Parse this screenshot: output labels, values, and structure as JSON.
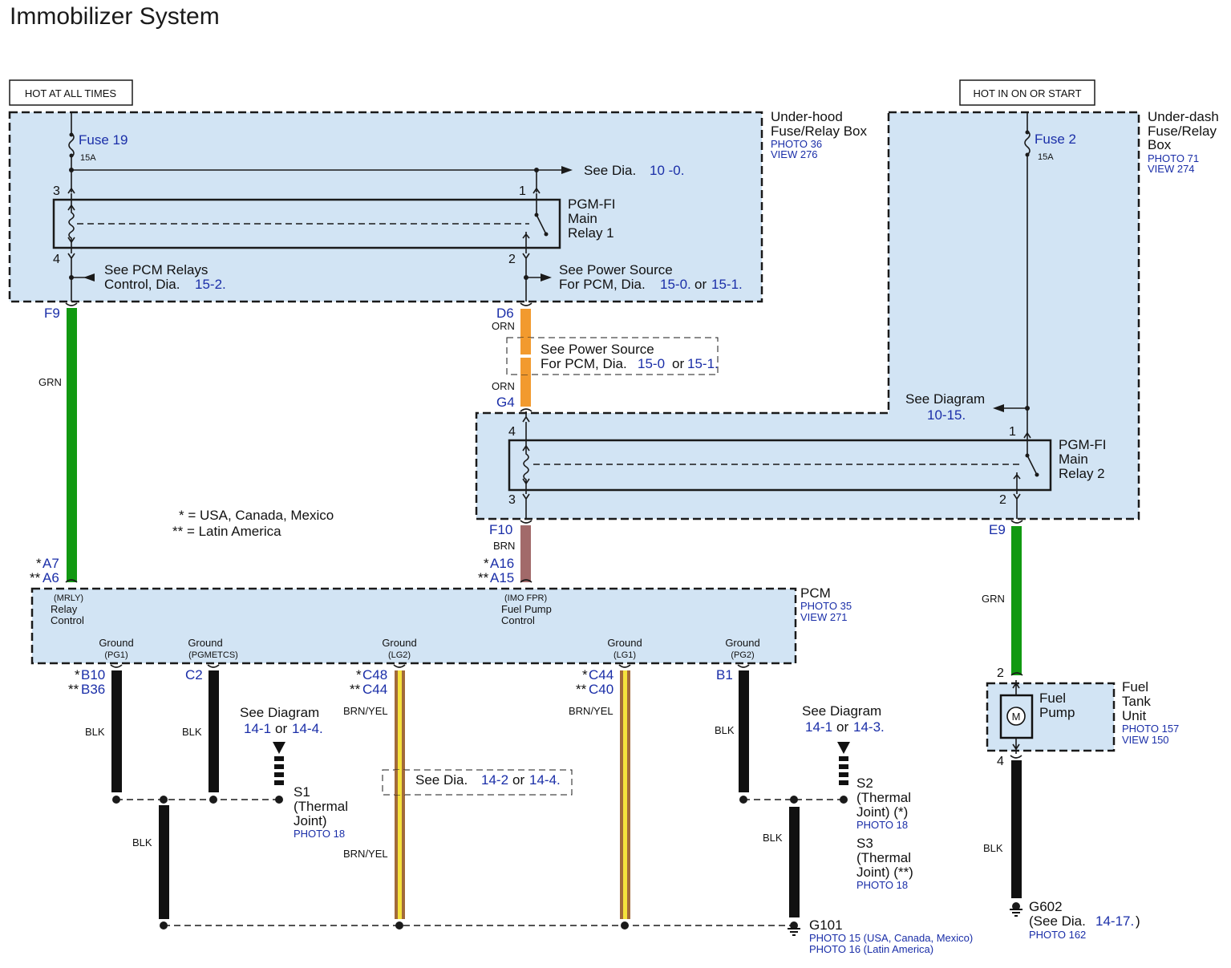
{
  "title": "Immobilizer System",
  "power": {
    "hot_at_all_times": "HOT AT ALL TIMES",
    "hot_in_on_or_start": "HOT IN ON OR START"
  },
  "underhood": {
    "name_line1": "Under-hood",
    "name_line2": "Fuse/Relay Box",
    "photo": "PHOTO 36",
    "view": "VIEW 276",
    "fuse": {
      "name": "Fuse 19",
      "rating": "15A"
    },
    "see_dia_text": "See  Dia.",
    "see_dia_num": "10 -0.",
    "relay": {
      "line1": "PGM-FI",
      "line2": "Main",
      "line3": "Relay 1",
      "pins": [
        "3",
        "1",
        "4",
        "2"
      ]
    },
    "note_left_line1": "See PCM Relays",
    "note_left_line2": "Control,   Dia.",
    "note_left_num": "15-2.",
    "note_right_line1": "See Power Source",
    "note_right_line2": "For PCM,   Dia.",
    "note_right_num1": "15-0.",
    "note_right_or": "or",
    "note_right_num2": "15-1."
  },
  "underdash": {
    "name_line1": "Under-dash",
    "name_line2": "Fuse/Relay",
    "name_line3": "Box",
    "photo": "PHOTO 71",
    "view": "VIEW 274",
    "fuse": {
      "name": "Fuse 2",
      "rating": "15A"
    },
    "see_diagram": "See Diagram",
    "see_diagram_num": "10-15.",
    "relay": {
      "line1": "PGM-FI",
      "line2": "Main",
      "line3": "Relay 2",
      "pins": [
        "4",
        "1",
        "3",
        "2"
      ]
    }
  },
  "middle_note": {
    "line1": "See Power Source",
    "line2": "For PCM, Dia.",
    "num1": "15-0",
    "or": "or",
    "num2": "15-1."
  },
  "legend": {
    "single": "* =  USA, Canada, Mexico",
    "double": "** =  Latin America"
  },
  "connectors": {
    "f9": "F9",
    "d6": "D6",
    "g4": "G4",
    "f10": "F10",
    "e9": "E9",
    "a7": "A7",
    "a6": "A6",
    "a16": "A16",
    "a15": "A15",
    "b10": "B10",
    "b36": "B36",
    "c2": "C2",
    "c48": "C48",
    "c44a": "C44",
    "c44b": "C44",
    "c40": "C40",
    "b1": "B1",
    "star1": "*",
    "star2": "**"
  },
  "wires": {
    "grn": "GRN",
    "orn": "ORN",
    "brn": "BRN",
    "blk": "BLK",
    "brnyel": "BRN/YEL"
  },
  "pcm": {
    "name": "PCM",
    "photo": "PHOTO 35",
    "view": "VIEW 271",
    "relay_code": "(MRLY)",
    "relay_l1": "Relay",
    "relay_l2": "Control",
    "fuel_code": "(IMO FPR)",
    "fuel_l1": "Fuel Pump",
    "fuel_l2": "Control",
    "ground": "Ground",
    "g_pg1": "(PG1)",
    "g_pgmetcs": "(PGMETCS)",
    "g_lg2": "(LG2)",
    "g_lg1": "(LG1)",
    "g_pg2": "(PG2)"
  },
  "ground_notes": {
    "left_see": "See Diagram",
    "left_num1": "14-1",
    "left_or": "or",
    "left_num2": "14-4.",
    "right_see": "See Diagram",
    "right_num1": "14-1",
    "right_or": "or",
    "right_num2": "14-3.",
    "mid_see": "See  Dia.",
    "mid_num1": "14-2",
    "mid_or": "or",
    "mid_num2": "14-4."
  },
  "joints": {
    "s1": "S1",
    "s1_l1": "(Thermal",
    "s1_l2": "Joint)",
    "s1_photo": "PHOTO 18",
    "s2": "S2",
    "s2_l1": "(Thermal",
    "s2_l2": "Joint) (*)",
    "s2_photo": "PHOTO 18",
    "s3": "S3",
    "s3_l1": "(Thermal",
    "s3_l2": "Joint) (**)",
    "s3_photo": "PHOTO 18"
  },
  "g101": {
    "name": "G101",
    "photo1": "PHOTO 15 (USA, Canada, Mexico)",
    "photo2": "PHOTO 16 (Latin America)"
  },
  "fuel_tank": {
    "name_l1": "Fuel",
    "name_l2": "Tank",
    "name_l3": "Unit",
    "photo": "PHOTO 157",
    "view": "VIEW 150",
    "pump_l1": "Fuel",
    "pump_l2": "Pump",
    "motor": "M",
    "pin_top": "2",
    "pin_bottom": "4"
  },
  "g602": {
    "name": "G602",
    "see": "(See Dia.",
    "num": "14-17.",
    "close": ")",
    "photo": "PHOTO 162"
  },
  "colors": {
    "grn": "#119911",
    "orn": "#f29a2e",
    "brn": "#a26a6a",
    "blk": "#111111",
    "yel": "#f5e23c",
    "box_fill": "#d2e4f4",
    "blue_text": "#1a2ea8"
  }
}
